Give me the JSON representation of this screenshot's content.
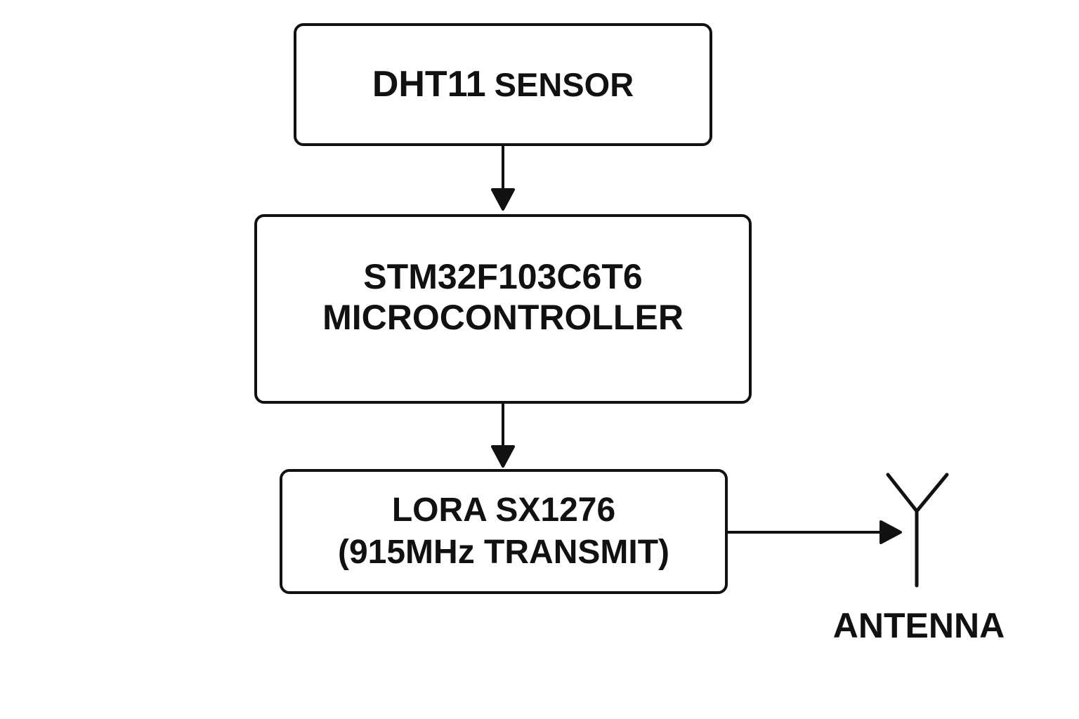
{
  "blocks": {
    "sensor": {
      "model": "DHT11",
      "type": "SENSOR"
    },
    "mcu": {
      "line1": "STM32F103C6T6",
      "line2": "MICROCONTROLLER"
    },
    "lora": {
      "line1": "LORA SX1276",
      "line2": "(915MHz TRANSMIT)"
    }
  },
  "antenna": {
    "label": "ANTENNA"
  },
  "connections": [
    {
      "from": "sensor",
      "to": "mcu"
    },
    {
      "from": "mcu",
      "to": "lora"
    },
    {
      "from": "lora",
      "to": "antenna"
    }
  ],
  "colors": {
    "stroke": "#111111",
    "background": "#ffffff"
  }
}
